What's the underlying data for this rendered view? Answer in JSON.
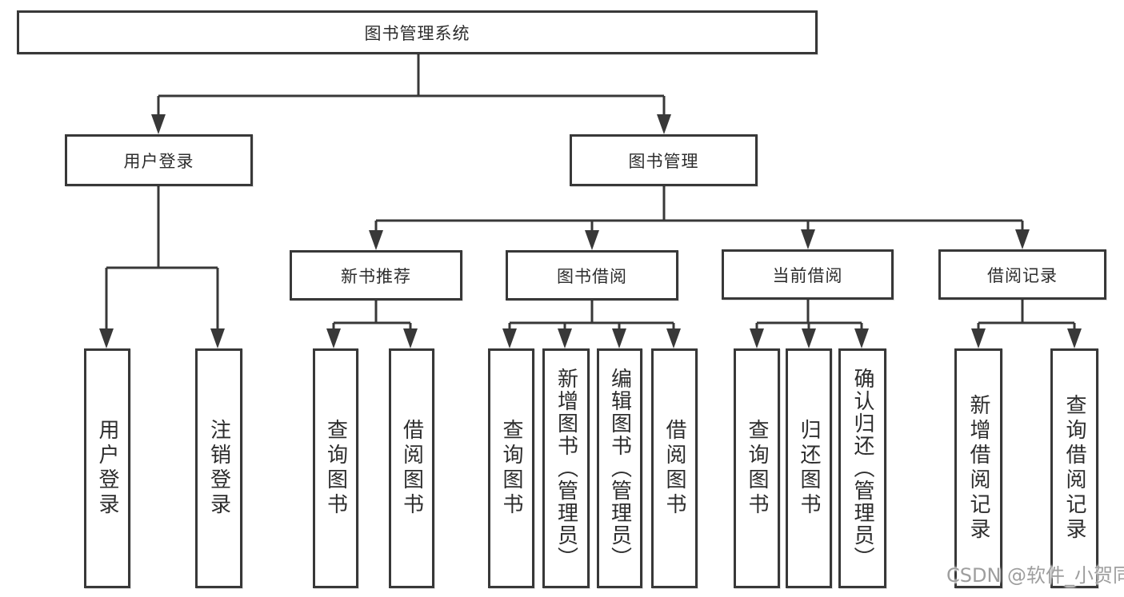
{
  "diagram": {
    "root": {
      "label": "图书管理系统"
    },
    "level1": {
      "user_login": {
        "label": "用户登录"
      },
      "book_mgmt": {
        "label": "图书管理"
      }
    },
    "level2": {
      "new_books": {
        "label": "新书推荐"
      },
      "book_borrow": {
        "label": "图书借阅"
      },
      "current_borrow": {
        "label": "当前借阅"
      },
      "borrow_records": {
        "label": "借阅记录"
      }
    },
    "leaves": {
      "user_login_leaf": {
        "label": "用户登录"
      },
      "logout": {
        "label": "注销登录"
      },
      "nb_query": {
        "label": "查询图书"
      },
      "nb_borrow": {
        "label": "借阅图书"
      },
      "bb_query": {
        "label": "查询图书"
      },
      "bb_add": {
        "label": "新增图书（管理员）"
      },
      "bb_edit": {
        "label": "编辑图书（管理员）"
      },
      "bb_borrow": {
        "label": "借阅图书"
      },
      "cb_query": {
        "label": "查询图书"
      },
      "cb_return": {
        "label": "归还图书"
      },
      "cb_confirm": {
        "label": "确认归还（管理员）"
      },
      "br_add": {
        "label": "新增借阅记录"
      },
      "br_query": {
        "label": "查询借阅记录"
      }
    }
  },
  "watermark": {
    "text": "CSDN @软件_小贺同学"
  },
  "colors": {
    "line": "#383838",
    "text": "#2d2d2d",
    "watermark": "#9e9e9e",
    "background": "#ffffff"
  }
}
